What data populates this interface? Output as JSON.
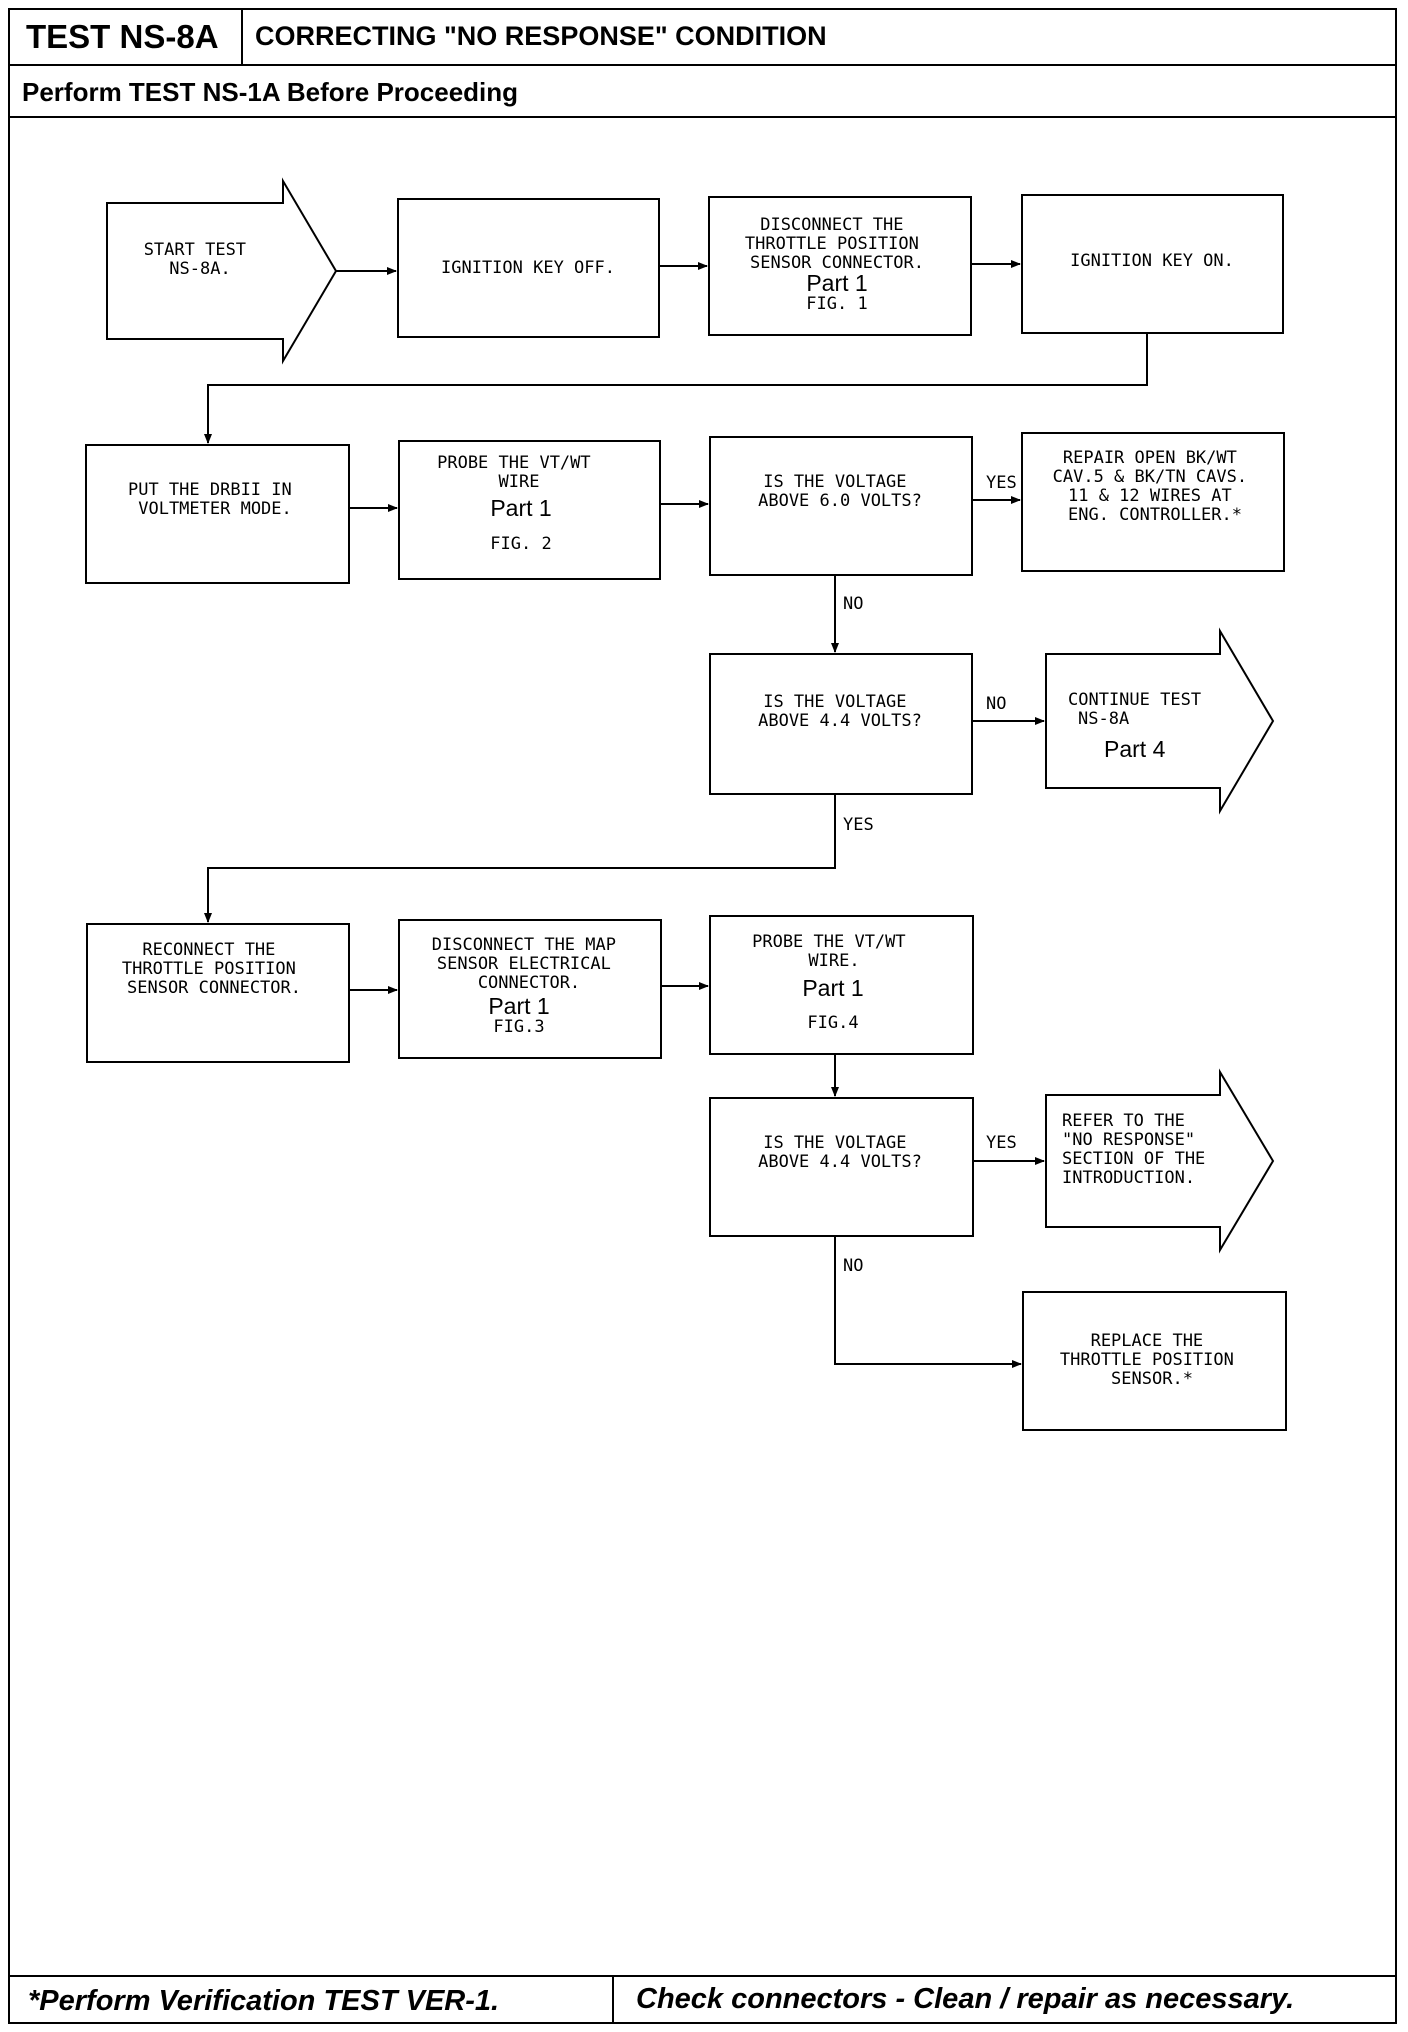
{
  "header": {
    "test_id": "TEST NS-8A",
    "title": "CORRECTING \"NO RESPONSE\" CONDITION",
    "prerequisite": "Perform TEST NS-1A Before Proceeding"
  },
  "footer": {
    "left_note": "*Perform Verification TEST VER-1.",
    "right_note": "Check connectors - Clean / repair as necessary."
  },
  "flowchart": {
    "start": [
      "START TEST",
      "NS-8A."
    ],
    "key_off": [
      "IGNITION KEY OFF."
    ],
    "disconnect_tps": [
      "DISCONNECT THE",
      "THROTTLE POSITION",
      "SENSOR CONNECTOR."
    ],
    "disconnect_tps_part": "Part 1",
    "disconnect_tps_fig": "FIG. 1",
    "key_on": [
      "IGNITION KEY ON."
    ],
    "drb_voltmeter": [
      "PUT THE DRBII IN",
      "VOLTMETER MODE."
    ],
    "probe1": [
      "PROBE THE VT/WT",
      "WIRE"
    ],
    "probe1_part": "Part 1",
    "probe1_fig": "FIG. 2",
    "q_6v": [
      "IS THE VOLTAGE",
      "ABOVE 6.0 VOLTS?"
    ],
    "repair_open": [
      "REPAIR OPEN BK/WT",
      "CAV.5 & BK/TN CAVS.",
      "11 & 12 WIRES AT",
      "ENG. CONTROLLER.*"
    ],
    "q_44v_1": [
      "IS THE VOLTAGE",
      "ABOVE 4.4 VOLTS?"
    ],
    "continue_test": [
      "CONTINUE TEST",
      "NS-8A"
    ],
    "continue_part": "Part 4",
    "reconnect_tps": [
      "RECONNECT THE",
      "THROTTLE POSITION",
      "SENSOR CONNECTOR."
    ],
    "disconnect_map": [
      "DISCONNECT THE MAP",
      "SENSOR ELECTRICAL",
      "CONNECTOR."
    ],
    "disconnect_map_part": "Part 1",
    "disconnect_map_fig": "FIG.3",
    "probe2": [
      "PROBE THE VT/WT",
      "WIRE."
    ],
    "probe2_part": "Part 1",
    "probe2_fig": "FIG.4",
    "q_44v_2": [
      "IS THE VOLTAGE",
      "ABOVE 4.4 VOLTS?"
    ],
    "refer_intro": [
      "REFER TO THE",
      "\"NO RESPONSE\"",
      "SECTION OF THE",
      "INTRODUCTION."
    ],
    "replace_tps": [
      "REPLACE THE",
      "THROTTLE POSITION",
      "SENSOR.*"
    ],
    "yes": "YES",
    "no": "NO"
  }
}
